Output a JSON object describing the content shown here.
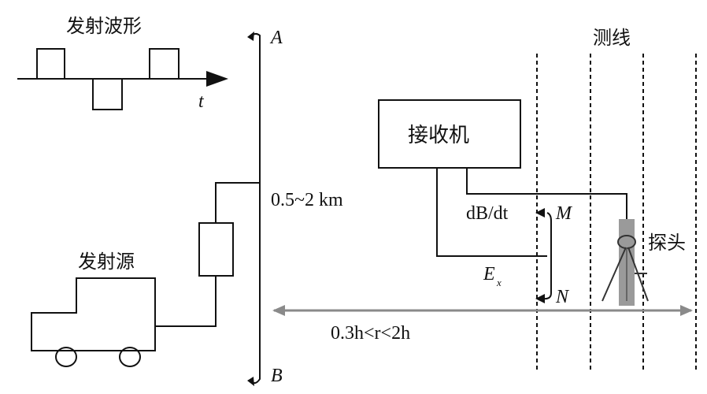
{
  "waveform": {
    "title": "发射波形",
    "axis_label": "t"
  },
  "source": {
    "label": "发射源"
  },
  "wire": {
    "end_a": "A",
    "end_b": "B",
    "length": "0.5~2 km"
  },
  "receiver": {
    "label": "接收机",
    "db_dt_label": "dB/dt",
    "ex_label": "E",
    "ex_sub": "x",
    "electrode_m": "M",
    "electrode_n": "N"
  },
  "survey": {
    "lines_label": "测线",
    "probe_label": "探头"
  },
  "offset": {
    "label": "0.3h<r<2h"
  }
}
